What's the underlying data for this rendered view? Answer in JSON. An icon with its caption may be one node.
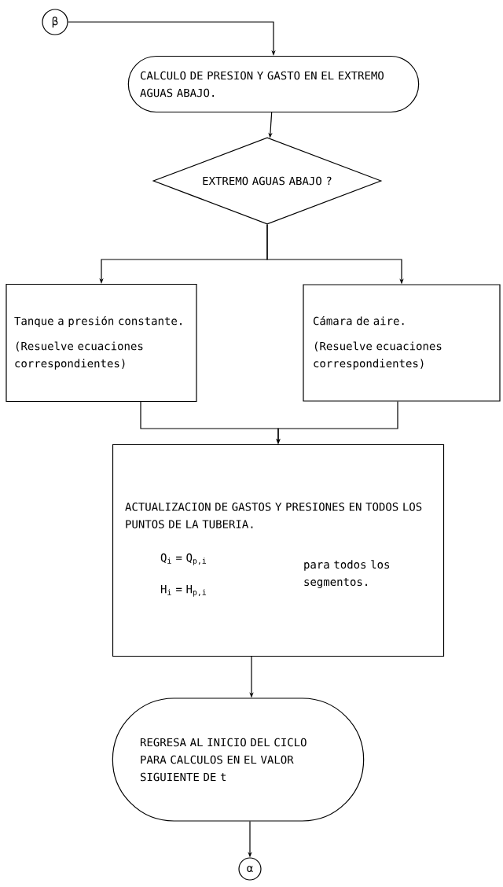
{
  "diagram": {
    "nodes": [
      {
        "text": [
          "β"
        ]
      },
      {
        "text": [
          "CALCULO DE PRESION Y GASTO EN EL EXTREMO AGUAS ABAJO."
        ]
      },
      {
        "text": [
          "EXTREMO AGUAS ABAJO ?"
        ]
      },
      {
        "text": [
          "Tanque a presión constante.",
          "(Resuelve ecuaciones correspondientes)"
        ]
      },
      {
        "text": [
          "Cámara de aire.",
          "(Resuelve ecuaciones correspondientes)"
        ]
      },
      {
        "text": [
          "ACTUALIZACION DE GASTOS Y PRESIONES EN TODOS LOS PUNTOS DE LA TUBERIA.",
          "Q$_{i}$ = Q$_{p,i}$",
          "H$_{i}$ = H$_{p,i}$",
          "para todos los segmentos."
        ]
      },
      {
        "text": [
          "REGRESA AL INICIO DEL CICLO PARA CALCULOS EN EL VALOR SIGUIENTE DE t"
        ]
      },
      {
        "text": [
          "α"
        ]
      }
    ],
    "edges": [
      {
        "from": 0,
        "to": 1,
        "arrow": "to"
      },
      {
        "from": 1,
        "to": 2,
        "arrow": "to"
      },
      {
        "from": 2,
        "to": 3,
        "arrow": "to"
      },
      {
        "from": 2,
        "to": 4,
        "arrow": "to"
      },
      {
        "from": 3,
        "to": 5,
        "arrow": "to"
      },
      {
        "from": 4,
        "to": 5,
        "arrow": "to"
      },
      {
        "from": 5,
        "to": 6,
        "arrow": "to"
      },
      {
        "from": 6,
        "to": 7,
        "arrow": "to"
      }
    ]
  }
}
